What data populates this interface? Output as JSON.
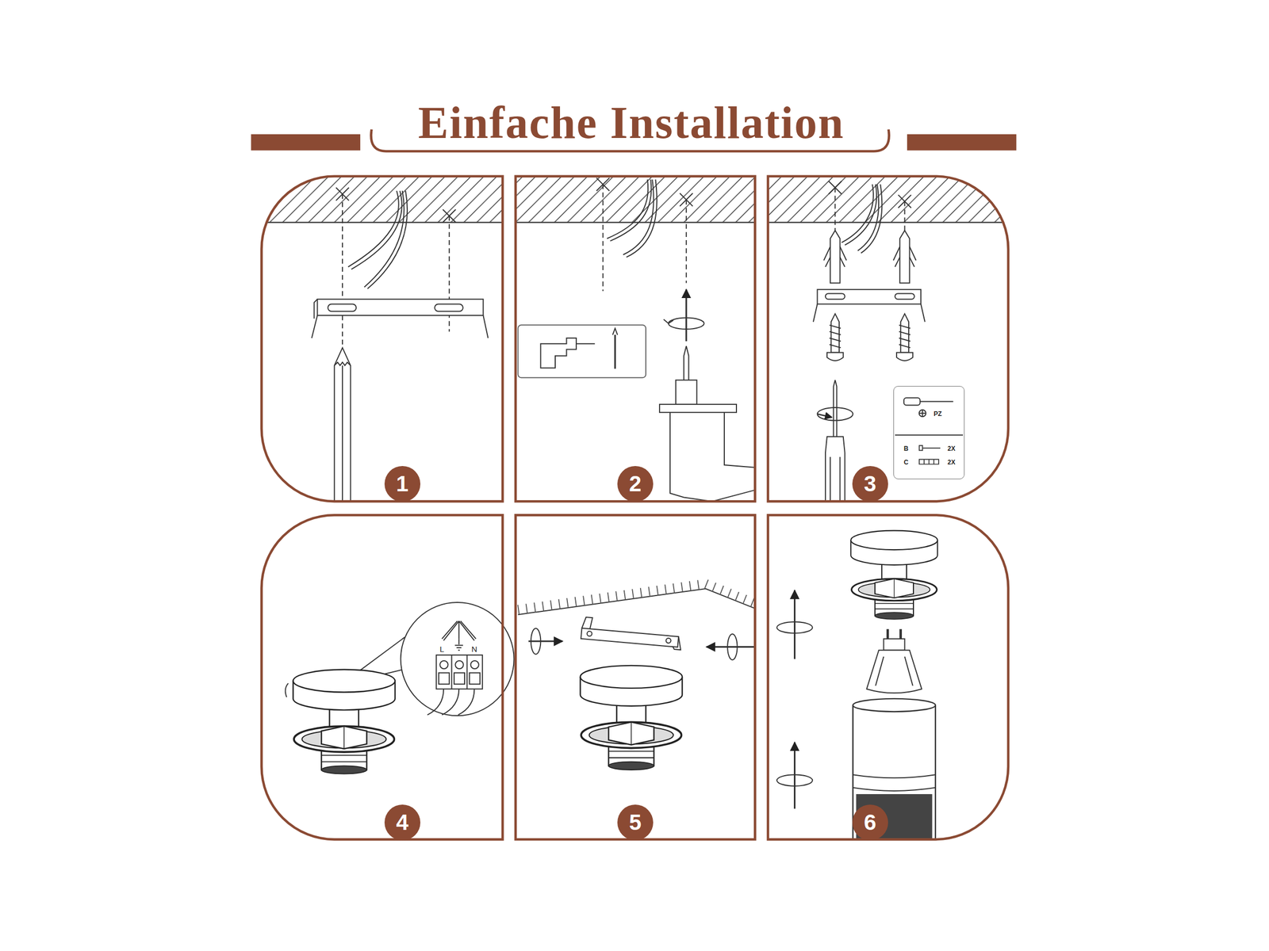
{
  "diagram": {
    "title": "Einfache Installation",
    "nodes": [
      {
        "text": [
          "1"
        ]
      },
      {
        "text": [
          "2"
        ]
      },
      {
        "text": [
          "PZ",
          "B",
          "2X",
          "C",
          "2X"
        ]
      },
      {
        "text": [
          "3"
        ]
      },
      {
        "text": [
          "4"
        ]
      },
      {
        "text": [
          "5"
        ]
      },
      {
        "text": [
          "6"
        ]
      }
    ],
    "labels": [
      "L",
      "N"
    ]
  }
}
